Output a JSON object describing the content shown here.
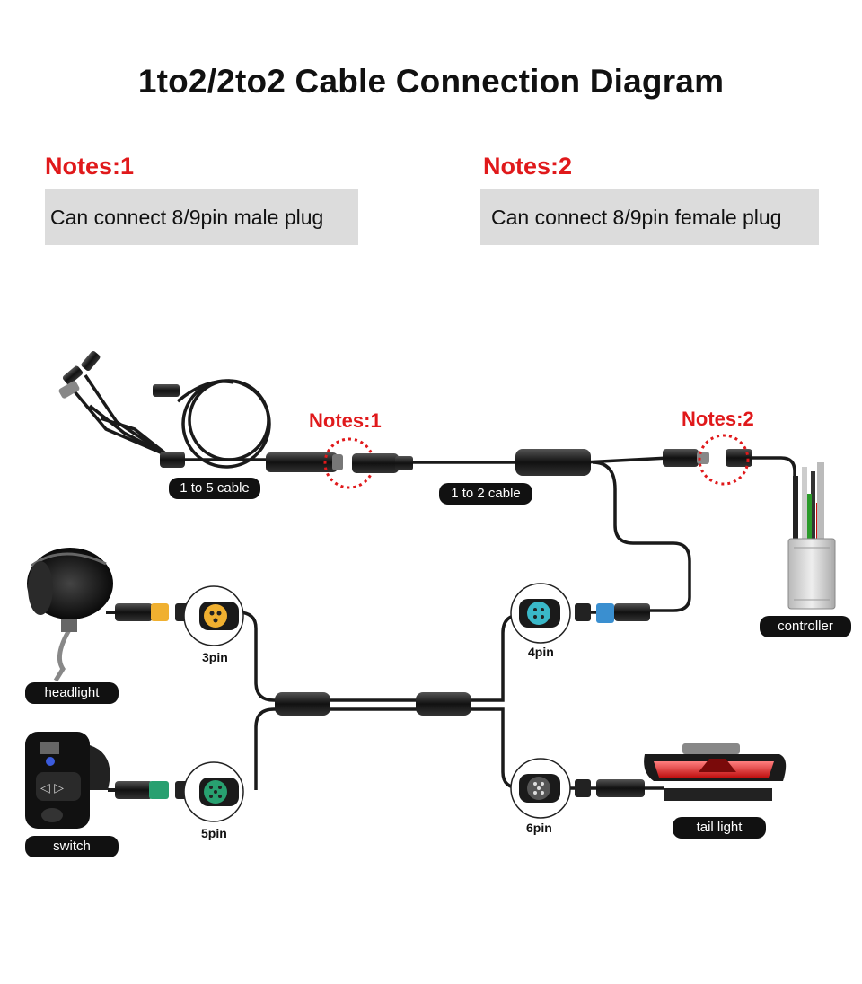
{
  "title": "1to2/2to2 Cable Connection Diagram",
  "notes": [
    {
      "heading": "Notes:1",
      "text": "Can connect 8/9pin male plug"
    },
    {
      "heading": "Notes:2",
      "text": "Can connect 8/9pin female plug"
    }
  ],
  "diagram": {
    "note1_label": "Notes:1",
    "note2_label": "Notes:2",
    "labels": {
      "one_to_five": "1 to 5 cable",
      "one_to_two": "1 to 2 cable",
      "controller": "controller",
      "headlight": "headlight",
      "switch": "switch",
      "tail_light": "tail light"
    },
    "pins": {
      "pin3": "3pin",
      "pin4": "4pin",
      "pin5": "5pin",
      "pin6": "6pin"
    }
  },
  "colors": {
    "note_red": "#e0191b",
    "note_box": "#dcdcdc",
    "cable": "#1a1a1a",
    "pin3_connector": "#f0b030",
    "pin4_connector": "#3a8fd0",
    "pin5_connector": "#28a070",
    "pin6_connector": "#333333"
  }
}
